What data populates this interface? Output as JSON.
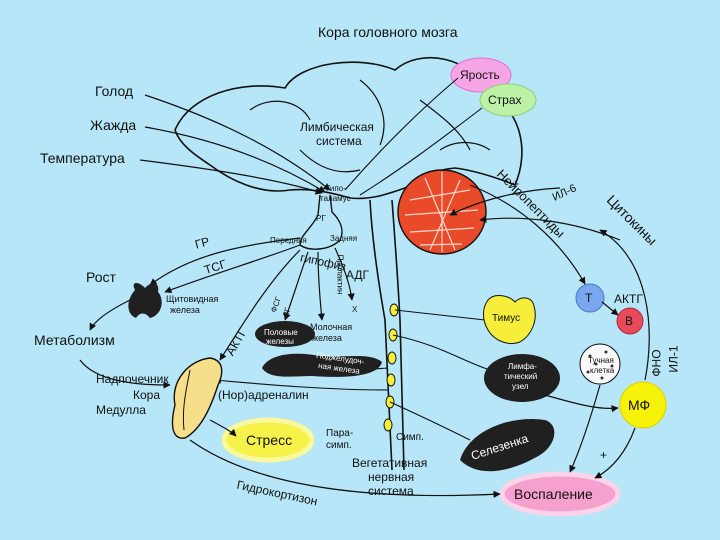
{
  "title": "Кора головного мозга",
  "emotions": {
    "rage": "Ярость",
    "fear": "Страх"
  },
  "inputs": {
    "hunger": "Голод",
    "thirst": "Жажда",
    "temperature": "Температура"
  },
  "brain": {
    "limbic": [
      "Лимбическая",
      "система"
    ],
    "hypothalamus": [
      "Гипо-",
      "таламус"
    ],
    "rg": "РГ",
    "anterior": "Передняя",
    "posterior": "Задняя",
    "pituitary": "гипофиз"
  },
  "hormones": {
    "gr": "ГР",
    "tsg": "ТСГ",
    "adg": "АДГ",
    "fsg": "ФСГ",
    "lg": "ЛГ",
    "prolactin": "Пролактин",
    "aktg_left": "АКТГ",
    "x": "Х"
  },
  "outputs": {
    "growth": "Рост",
    "thyroid": [
      "Щитовидная",
      "железа"
    ],
    "metabolism": "Метаболизм",
    "gonads": [
      "Половые",
      "железы"
    ],
    "mammary": [
      "Молочная",
      "железа"
    ],
    "pancreas": [
      "Поджелудоч-",
      "ная железа"
    ],
    "adrenal": [
      "Надпочечник",
      "Кора",
      "Медулла"
    ],
    "noradrenaline": "(Нор)адреналин",
    "stress": "Стресс",
    "parasymp": [
      "Пара-",
      "симп."
    ],
    "symp": "Симп.",
    "ans": [
      "Вегетативная",
      "нервная",
      "система"
    ],
    "hydrocortisone": "Гидрокортизон"
  },
  "immune": {
    "neuropeptides": "Нейропептиды",
    "il6": "ИЛ-6",
    "cytokines": "Цитокины",
    "t": "Т",
    "b": "В",
    "aktg_right": "АКТГ",
    "thymus": "Тимус",
    "lymph": [
      "Лимфа-",
      "тический",
      "узел"
    ],
    "mast": [
      "Тучная",
      "клетка"
    ],
    "mf": "МФ",
    "fno": "ФНО",
    "il1": "ИЛ-1",
    "spleen": "Селезенка",
    "plus": "+",
    "inflammation": "Воспаление"
  },
  "colors": {
    "background": "#b6e6f8",
    "rage": "#f6a6e6",
    "fear": "#bdf2a6",
    "cerebellum": "#e84a2a",
    "thymus": "#f6ee3a",
    "tcell": "#7aa8f0",
    "bcell": "#e84a5a",
    "mf": "#f6f20a",
    "stress": "#f6f24a",
    "inflammation": "#f6a0d0",
    "adrenal": "#f6de8a",
    "organ_dark": "#202020"
  }
}
